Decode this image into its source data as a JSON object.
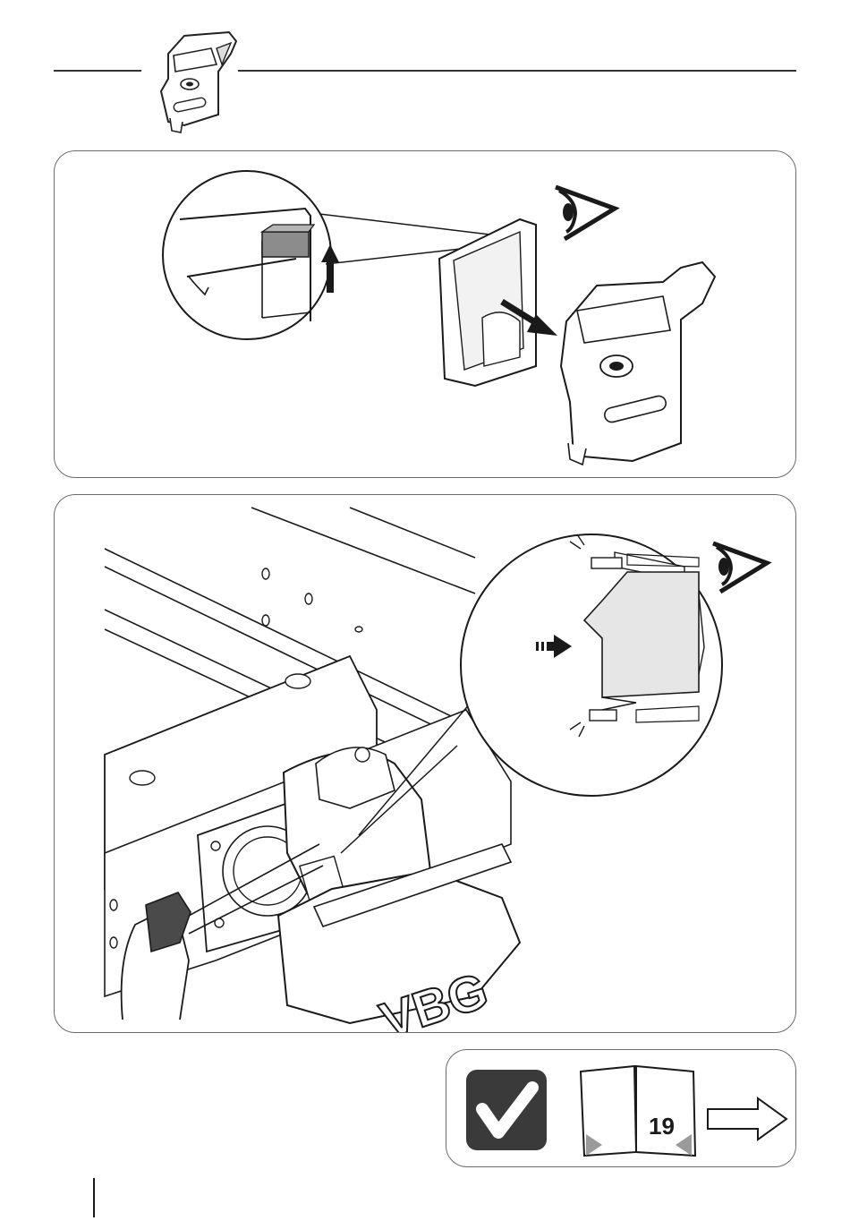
{
  "header": {
    "icon": "coupling-housing-icon"
  },
  "panel1": {
    "eye_icon": "eye-icon",
    "magnifier": "detail-magnifier",
    "arrow": "up-arrow-icon"
  },
  "panel2": {
    "eye_icon": "eye-icon",
    "brand_text": "VBG",
    "arrow": "push-arrow-icon"
  },
  "panel3": {
    "check_icon": "checkmark-icon",
    "manual_icon": "manual-book-icon",
    "page_ref": "19",
    "arrow_icon": "right-arrow-icon"
  },
  "colors": {
    "line": "#1a1a1a",
    "frame": "#6b6b6b",
    "check_bg": "#3a3a3a"
  }
}
